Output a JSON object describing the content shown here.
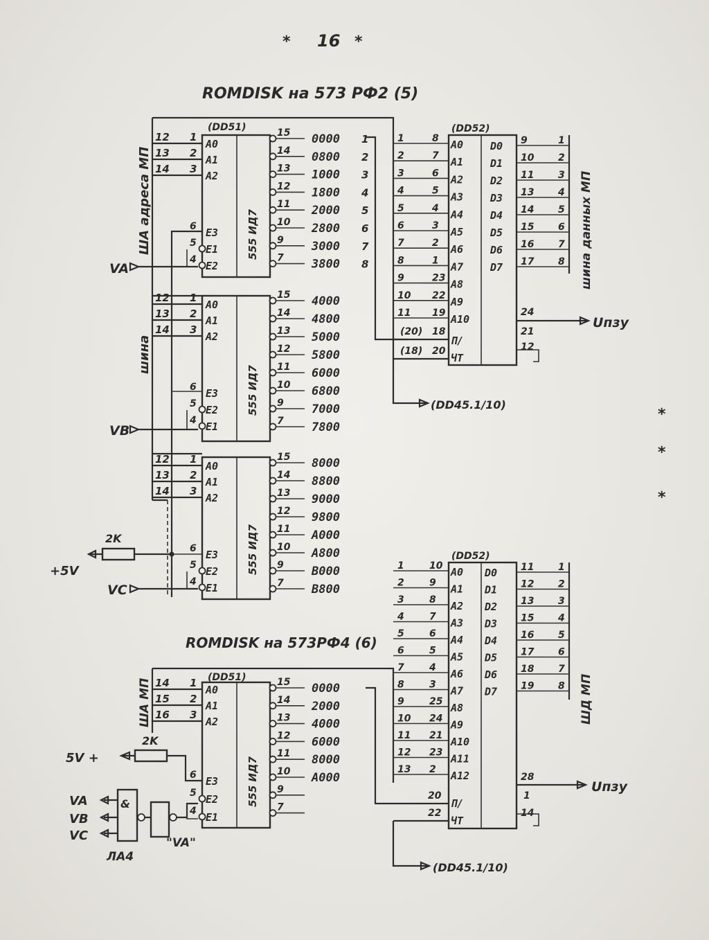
{
  "page_number": "16",
  "page_marks": "* *",
  "margin_stars": [
    "*",
    "*",
    "*"
  ],
  "section1": {
    "title": "ROMDISK на 573 РФ2 (5)",
    "bus_label_addr": "ША адреса МП",
    "bus_label_data": "шина данных МП",
    "bus_label_side": "шина",
    "dd51_label": "(DD51)",
    "dd52_label": "(DD52)",
    "decoder_chip": "555 ИД7",
    "rom_input_pins": [
      "A0",
      "A1",
      "A2",
      "A3",
      "A4",
      "A5",
      "A6",
      "A7",
      "A8",
      "A9",
      "A10"
    ],
    "rom_output_pins": [
      "D0",
      "D1",
      "D2",
      "D3",
      "D4",
      "D5",
      "D6",
      "D7"
    ],
    "rom_ctrl_pins": [
      "П/",
      "ЧТ"
    ],
    "decoder_in_pins": [
      "A0",
      "A1",
      "A2"
    ],
    "decoder_en_pins": [
      "E3",
      "E1",
      "E2"
    ],
    "decoder_en_pins_2": [
      "E3",
      "E2",
      "E1"
    ],
    "dec1_out": [
      "0000",
      "0800",
      "1000",
      "1800",
      "2000",
      "2800",
      "3000",
      "3800"
    ],
    "dec1_out_idx": [
      "1",
      "2",
      "3",
      "4",
      "5",
      "6",
      "7",
      "8"
    ],
    "dec2_out": [
      "4000",
      "4800",
      "5000",
      "5800",
      "6000",
      "6800",
      "7000",
      "7800"
    ],
    "dec3_out": [
      "8000",
      "8800",
      "9000",
      "9800",
      "A000",
      "A800",
      "B000",
      "B800"
    ],
    "dec_out_pins": [
      "15",
      "14",
      "13",
      "12",
      "11",
      "10",
      "9",
      "7"
    ],
    "dec1_bus_pins": [
      "12",
      "13",
      "14"
    ],
    "dec_bus_pins_b": [
      "12",
      "13",
      "14"
    ],
    "dec_in_pins": [
      "1",
      "2",
      "3"
    ],
    "dec_en_pin_nums": [
      "6",
      "5",
      "4"
    ],
    "signal_va": "VA",
    "signal_vb": "VB",
    "signal_vc": "VC",
    "power_label": "+5V",
    "resistor": "2K",
    "vpzu": "Uпзу",
    "dd45": "(DD45.1/10)",
    "rom_left_bus_pins": [
      "1",
      "2",
      "3",
      "4",
      "5",
      "6",
      "7",
      "8",
      "9",
      "10",
      "11"
    ],
    "rom_addr_pin_nums": [
      "8",
      "7",
      "6",
      "5",
      "4",
      "3",
      "2",
      "1",
      "23",
      "22",
      "19"
    ],
    "rom_ctrl_pin_left": [
      "(20)",
      "(18)"
    ],
    "rom_ctrl_pin_nums": [
      "18",
      "20"
    ],
    "rom_data_pin_nums": [
      "9",
      "10",
      "11",
      "13",
      "14",
      "15",
      "16",
      "17"
    ],
    "data_bus_nums": [
      "1",
      "2",
      "3",
      "4",
      "5",
      "6",
      "7",
      "8"
    ],
    "rom_pwr_pins": [
      "24",
      "21",
      "12"
    ]
  },
  "section2": {
    "title": "ROMDISK на 573РФ4 (6)",
    "bus_label_addr": "ША МП",
    "bus_label_data": "ШД МП",
    "dd51_label": "(DD51)",
    "dd52_label": "(DD52)",
    "decoder_chip": "555 ИД7",
    "dec_out": [
      "0000",
      "2000",
      "4000",
      "6000",
      "8000",
      "A000"
    ],
    "dec_out_pins": [
      "15",
      "14",
      "13",
      "12",
      "11",
      "10",
      "9",
      "7"
    ],
    "dec_bus_pins": [
      "14",
      "15",
      "16"
    ],
    "rom_input_pins": [
      "A0",
      "A1",
      "A2",
      "A3",
      "A4",
      "A5",
      "A6",
      "A7",
      "A8",
      "A9",
      "A10",
      "A11",
      "A12"
    ],
    "rom_output_pins": [
      "D0",
      "D1",
      "D2",
      "D3",
      "D4",
      "D5",
      "D6",
      "D7"
    ],
    "rom_ctrl_pins": [
      "П/",
      "ЧТ"
    ],
    "rom_left_bus_pins": [
      "1",
      "2",
      "3",
      "4",
      "5",
      "6",
      "7",
      "8",
      "9",
      "10",
      "11",
      "12",
      "13"
    ],
    "rom_addr_pin_nums": [
      "10",
      "9",
      "8",
      "7",
      "6",
      "5",
      "4",
      "3",
      "25",
      "24",
      "21",
      "23",
      "2"
    ],
    "rom_ctrl_pin_nums": [
      "20",
      "22"
    ],
    "rom_data_pin_nums": [
      "11",
      "12",
      "13",
      "15",
      "16",
      "17",
      "18",
      "19"
    ],
    "data_bus_nums": [
      "1",
      "2",
      "3",
      "4",
      "5",
      "6",
      "7",
      "8"
    ],
    "rom_pwr_pins": [
      "28",
      "1",
      "14"
    ],
    "power_label": "5V +",
    "resistor": "2K",
    "gate_inputs": [
      "VA",
      "VB",
      "VC"
    ],
    "gate_symbol": "&",
    "gate_chip": "ЛА4",
    "gate_output": "\"VA\"",
    "vpzu": "Uпзу",
    "dd45": "(DD45.1/10)"
  }
}
